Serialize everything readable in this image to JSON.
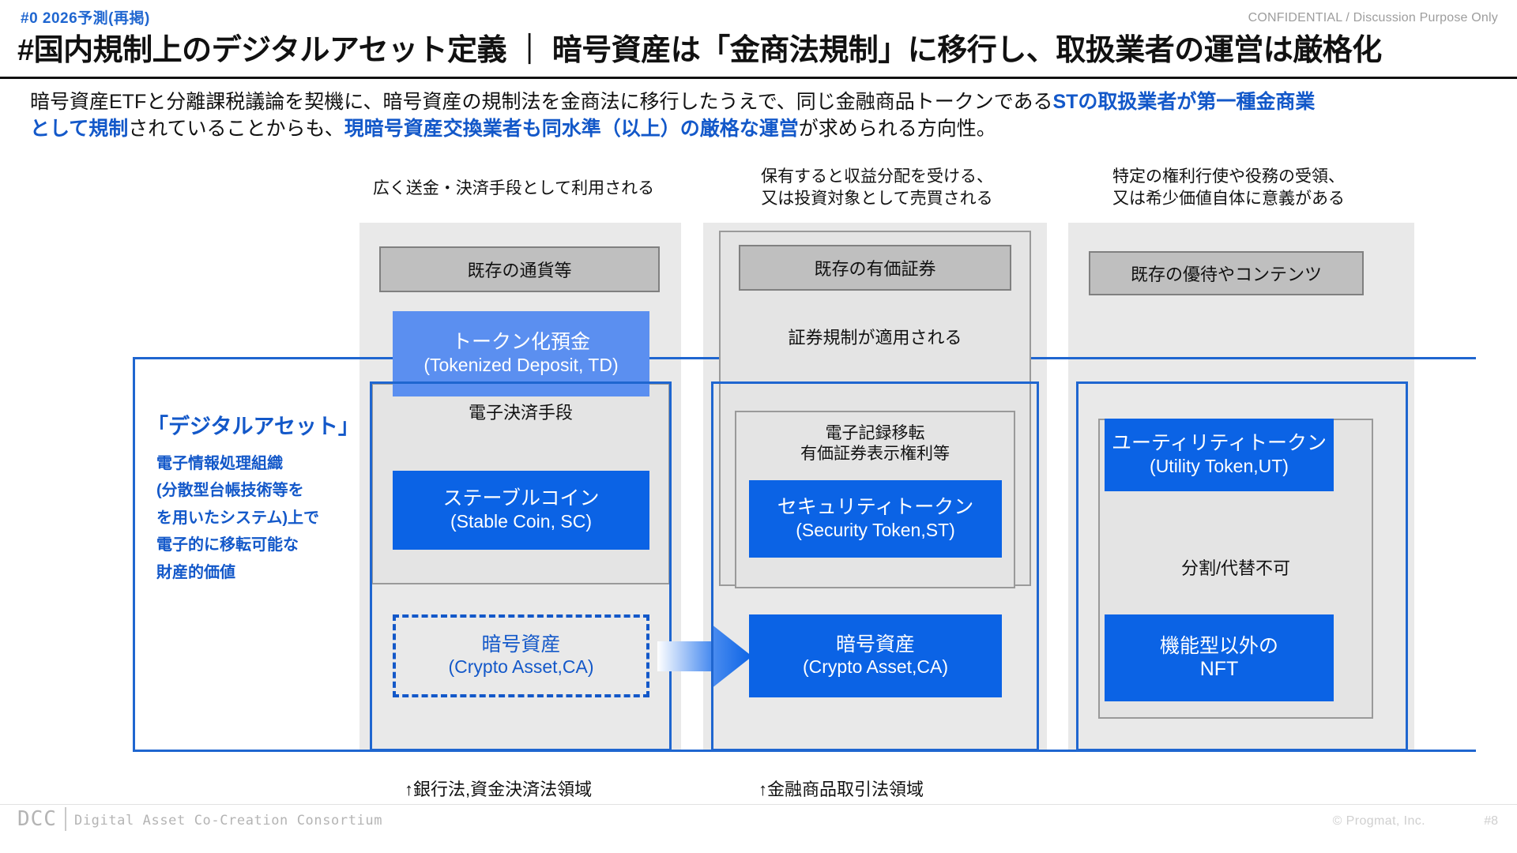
{
  "header": {
    "eyebrow": "#0  2026予測(再掲)",
    "confidential": "CONFIDENTIAL / Discussion Purpose Only",
    "title": "#国内規制上のデジタルアセット定義 ｜ 暗号資産は「金商法規制」に移行し、取扱業者の運営は厳格化",
    "lead_1a": "暗号資産ETFと分離課税議論を契機に、暗号資産の規制法を金商法に移行したうえで、同じ金融商品トークンである",
    "lead_1b": "STの取扱業者が第一種金商業",
    "lead_2a": "として規制",
    "lead_2b": "されていることからも、",
    "lead_2c": "現暗号資産交換業者も同水準（以上）の厳格な運営",
    "lead_2d": "が求められる方向性。"
  },
  "sidebar": {
    "title": "「デジタルアセット」",
    "lines": [
      "電子情報処理組織",
      "(分散型台帳技術等を",
      "を用いたシステム)上で",
      "電子的に移転可能な",
      "財産的価値"
    ]
  },
  "columns": [
    {
      "caption": "広く送金・決済手段として利用される",
      "existing": "既存の通貨等",
      "token_jp": "トークン化預金",
      "token_en": "(Tokenized Deposit, TD)",
      "inner_label": "電子決済手段",
      "inner_token_jp": "ステーブルコイン",
      "inner_token_en": "(Stable Coin, SC)",
      "crypto_jp": "暗号資産",
      "crypto_en": "(Crypto Asset,CA)",
      "bottom_caption": "↑銀行法,資金決済法領域"
    },
    {
      "caption_l1": "保有すると収益分配を受ける、",
      "caption_l2": "又は投資対象として売買される",
      "existing": "既存の有価証券",
      "note": "証券規制が適用される",
      "inner_label_l1": "電子記録移転",
      "inner_label_l2": "有価証券表示権利等",
      "inner_token_jp": "セキュリティトークン",
      "inner_token_en": "(Security Token,ST)",
      "crypto_jp": "暗号資産",
      "crypto_en": "(Crypto Asset,CA)",
      "bottom_caption": "↑金融商品取引法領域"
    },
    {
      "caption_l1": "特定の権利行使や役務の受領、",
      "caption_l2": "又は希少価値自体に意義がある",
      "existing": "既存の優待やコンテンツ",
      "utility_jp": "ユーティリティトークン",
      "utility_en": "(Utility Token,UT)",
      "inner_label": "分割/代替不可",
      "nft_l1": "機能型以外の",
      "nft_l2": "NFT"
    }
  ],
  "footer": {
    "logo": "DCC",
    "logo_sub": "Digital Asset Co-Creation Consortium",
    "copyright": "©  Progmat, Inc.",
    "page": "#8"
  },
  "colors": {
    "accent_blue": "#1358c9",
    "solid_blue": "#0b63e5",
    "light_blue": "#5b8ff0",
    "outline_blue": "#1f66d0",
    "grey_column": "#e9e9e9",
    "grey_existing": "#bfbfbf"
  }
}
